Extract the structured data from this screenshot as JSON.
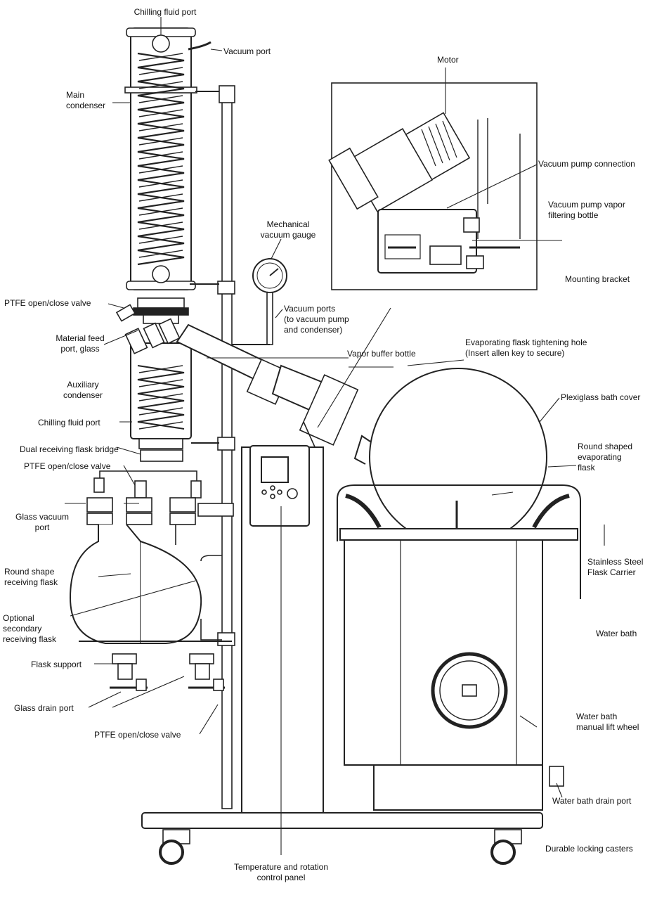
{
  "labels": {
    "chilling_fluid_port_top": "Chilling fluid port",
    "vacuum_port": "Vacuum port",
    "main_condenser": "Main\ncondenser",
    "mechanical_vacuum_gauge": "Mechanical\nvacuum gauge",
    "ptfe_valve_upper": "PTFE open/close valve",
    "vacuum_ports": "Vacuum ports\n(to vacuum pump\nand condenser)",
    "material_feed_port": "Material feed\nport, glass",
    "vapor_buffer_bottle": "Vapor buffer bottle",
    "auxiliary_condenser": "Auxiliary\ncondenser",
    "chilling_fluid_port_side": "Chilling fluid port",
    "dual_receiving_bridge": "Dual receiving flask bridge",
    "ptfe_valve_middle": "PTFE open/close valve",
    "glass_vacuum_port": "Glass vacuum\nport",
    "round_receiving_flask": "Round shape\nreceiving flask",
    "optional_secondary_flask": "Optional\nsecondary\nreceiving flask",
    "flask_support": "Flask support",
    "glass_drain_port": "Glass drain port",
    "ptfe_valve_lower": "PTFE open/close valve",
    "control_panel": "Temperature and rotation\ncontrol panel",
    "motor": "Motor",
    "vacuum_pump_connection": "Vacuum pump connection",
    "vapor_filtering_bottle": "Vacuum pump vapor\nfiltering bottle",
    "mounting_bracket": "Mounting bracket",
    "tightening_hole": "Evaporating flask tightening hole\n(Insert allen key to secure)",
    "plexiglass_cover": "Plexiglass bath cover",
    "evaporating_flask": "Round shaped\nevaporating\nflask",
    "stainless_carrier": "Stainless Steel\nFlask Carrier",
    "water_bath": "Water bath",
    "lift_wheel": "Water bath\nmanual lift wheel",
    "bath_drain_port": "Water bath drain port",
    "locking_casters": "Durable locking casters"
  }
}
